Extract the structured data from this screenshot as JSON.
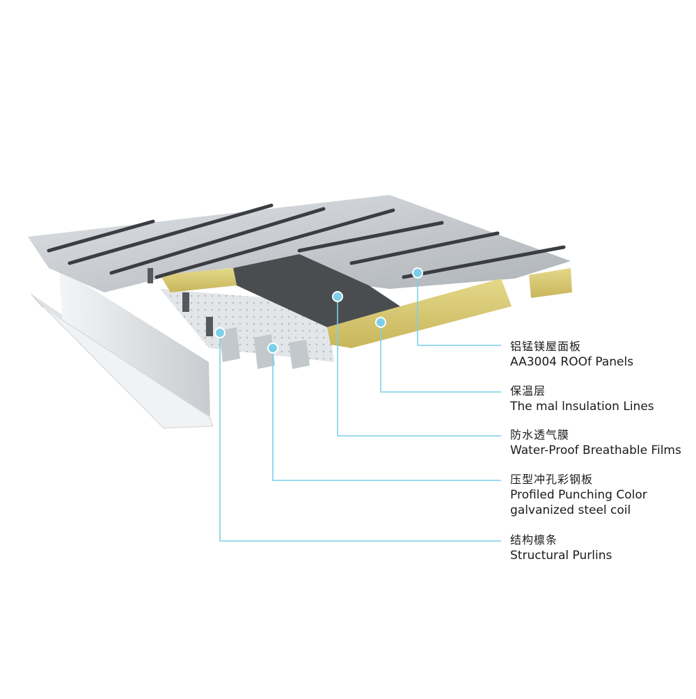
{
  "colors": {
    "leader": "#7ccfe8",
    "panel": "#c9cdd1",
    "rib": "#3f4347",
    "insulation": "#d9c97a",
    "membrane": "#4a4d50",
    "deck": "#d6dade",
    "purlin": "#e8ebee"
  },
  "labels": [
    {
      "id": "roof-panels",
      "zh": "铝锰镁屋面板",
      "en": [
        "AA3004 ROOf Panels"
      ]
    },
    {
      "id": "insulation",
      "zh": "保温层",
      "en": [
        "The mal lnsulation Lines"
      ]
    },
    {
      "id": "membrane",
      "zh": "防水透气膜",
      "en": [
        "Water-Proof Breathable Films"
      ]
    },
    {
      "id": "deck",
      "zh": "压型冲孔彩钢板",
      "en": [
        "Profiled Punching Color",
        "galvanized steel coil"
      ]
    },
    {
      "id": "purlins",
      "zh": "结构檩条",
      "en": [
        "Structural Purlins"
      ]
    }
  ]
}
